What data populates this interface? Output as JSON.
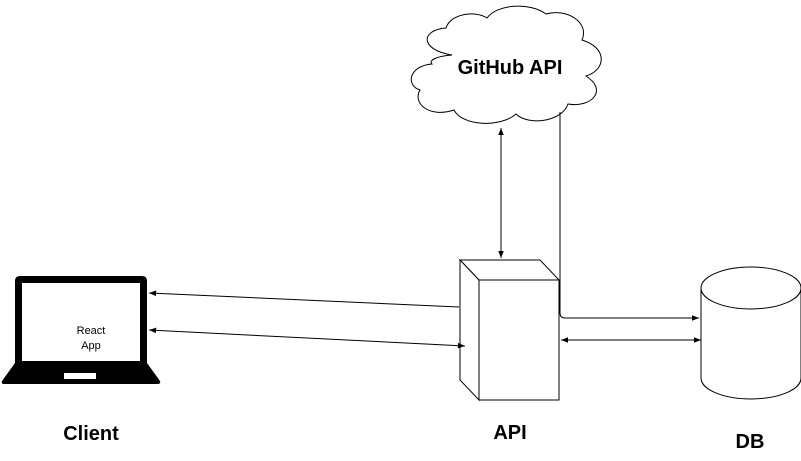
{
  "nodes": {
    "cloud": {
      "label": "GitHub API"
    },
    "client": {
      "label": "Client",
      "screen_line1": "React",
      "screen_line2": "App"
    },
    "api": {
      "label": "API"
    },
    "db": {
      "label": "DB"
    }
  },
  "colors": {
    "stroke": "#000000",
    "fill": "#ffffff",
    "laptop": "#000000"
  }
}
